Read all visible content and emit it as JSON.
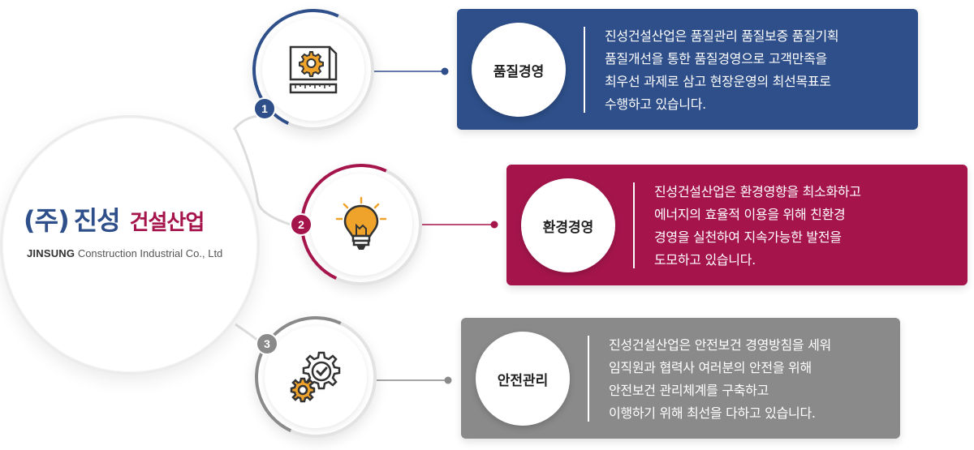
{
  "company": {
    "paren": "(주)",
    "name": "진성",
    "sub": "건설산업",
    "en_bold": "JINSUNG",
    "en_rest": " Construction Industrial Co., Ltd"
  },
  "colors": {
    "quality": "#2e4f8a",
    "environment": "#a5154c",
    "safety": "#8a8a8a"
  },
  "items": [
    {
      "number": "1",
      "title": "품질경영",
      "icon": "gear-blueprint-icon",
      "lines": [
        "진성건설산업은 품질관리 품질보증 품질기획",
        "품질개선을 통한 품질경영으로 고객만족을",
        "최우선 과제로 삼고 현장운영의 최선목표로",
        "수행하고 있습니다."
      ]
    },
    {
      "number": "2",
      "title": "환경경영",
      "icon": "lightbulb-icon",
      "lines": [
        "진성건설산업은 환경영향을 최소화하고",
        "에너지의 효율적 이용을 위해 친환경",
        "경영을 실천하여 지속가능한 발전을",
        "도모하고 있습니다."
      ]
    },
    {
      "number": "3",
      "title": "안전관리",
      "icon": "gear-check-icon",
      "lines": [
        "진성건설산업은 안전보건 경영방침을 세워",
        "임직원과 협력사 여러분의 안전을 위해",
        "안전보건 관리체계를 구축하고",
        "이행하기 위해 최선을 다하고 있습니다."
      ]
    }
  ]
}
